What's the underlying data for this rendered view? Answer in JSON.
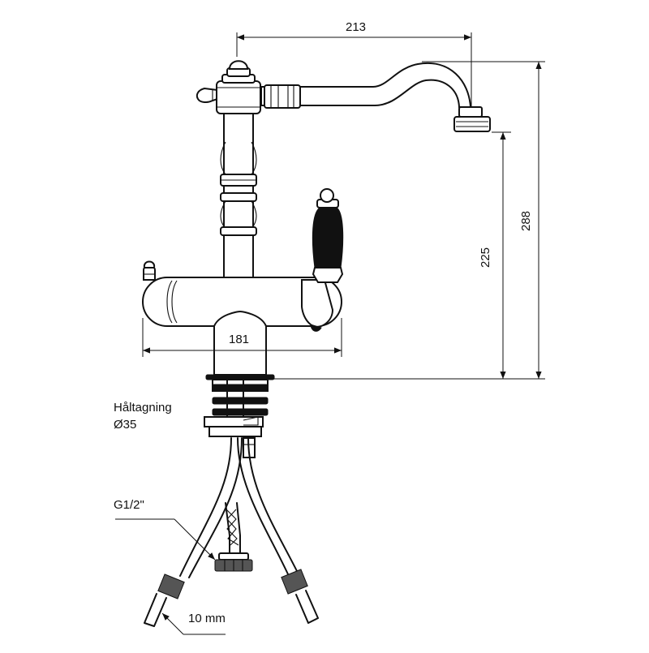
{
  "dimensions": {
    "spout_reach": "213",
    "body_width": "181",
    "spout_height": "225",
    "total_height": "288"
  },
  "labels": {
    "hole_title": "Håltagning",
    "hole_diameter": "Ø35",
    "thread": "G1/2\"",
    "hose_diameter": "10 mm"
  }
}
